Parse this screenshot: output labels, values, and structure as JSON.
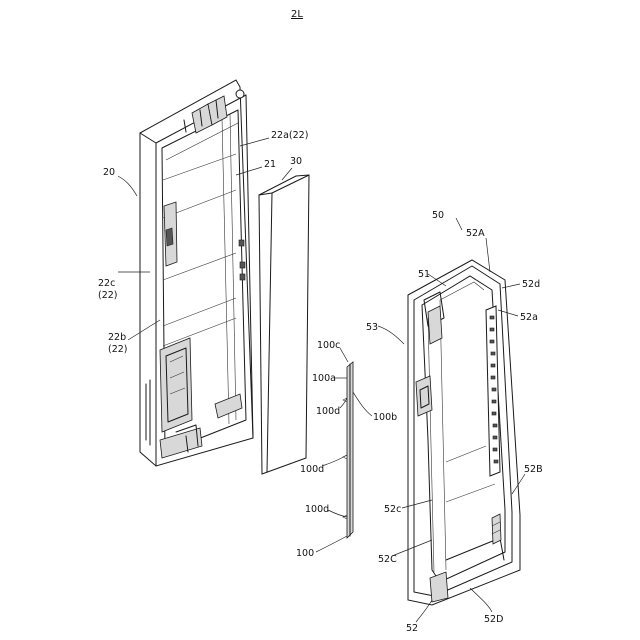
{
  "figure": {
    "title": "2L"
  },
  "labels": {
    "l20": "20",
    "l21": "21",
    "l22a": "22a(22)",
    "l22c_1": "22c",
    "l22c_2": "(22)",
    "l22b_1": "22b",
    "l22b_2": "(22)",
    "l30": "30",
    "l50": "50",
    "l51": "51",
    "l52A": "52A",
    "l52d": "52d",
    "l52a": "52a",
    "l53": "53",
    "l52B": "52B",
    "l52c": "52c",
    "l52C": "52C",
    "l52D": "52D",
    "l52": "52",
    "l100c": "100c",
    "l100a": "100a",
    "l100d_1": "100d",
    "l100b": "100b",
    "l100d_2": "100d",
    "l100d_3": "100d",
    "l100": "100"
  }
}
